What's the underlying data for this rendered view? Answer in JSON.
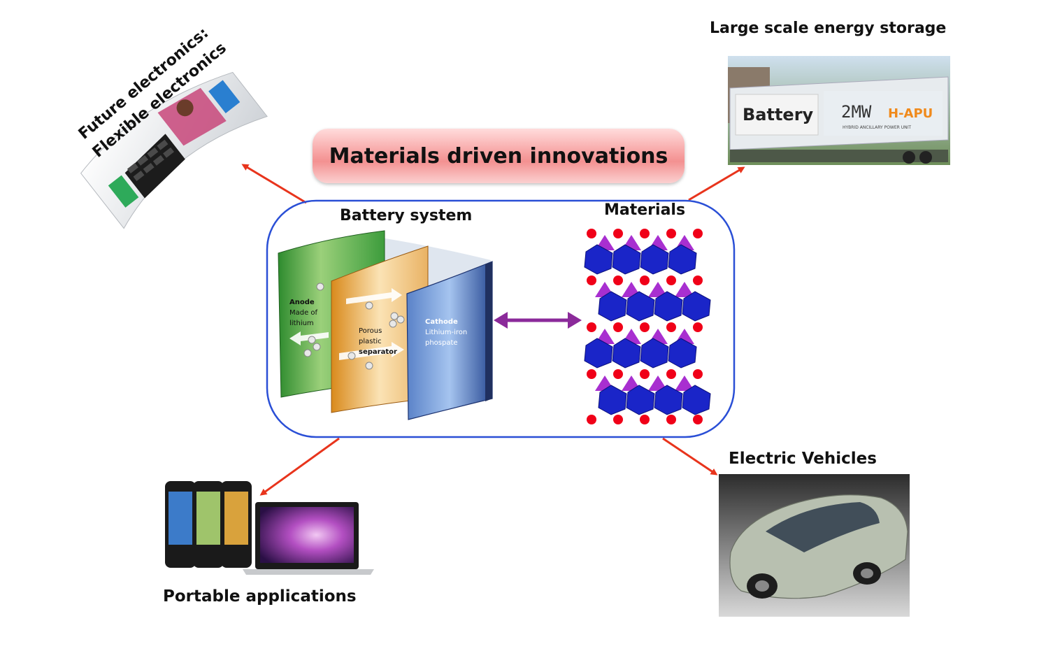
{
  "diagram": {
    "center_title": "Materials driven innovations",
    "battery_system_label": "Battery system",
    "materials_label": "Materials",
    "anode_label": "Anode",
    "anode_sub_1": "Made of",
    "anode_sub_2": "lithium",
    "separator_label_1": "Porous",
    "separator_label_2": "plastic",
    "separator_label_3": "separator",
    "cathode_label": "Cathode",
    "cathode_sub_1": "Lithium-iron",
    "cathode_sub_2": "phospate"
  },
  "applications": {
    "flexible_title_1": "Future electronics:",
    "flexible_title_2": "Flexible electronics",
    "storage_title": "Large scale energy storage",
    "storage_sign_battery": "Battery",
    "storage_sign_mw": "2MW",
    "storage_sign_hapu": "H-APU",
    "storage_sign_sub": "HYBRID ANCILLARY POWER UNIT",
    "ev_title": "Electric Vehicles",
    "portable_title": "Portable applications"
  },
  "colors": {
    "arrow_red": "#e8341c",
    "arrow_purple": "#8b2a9a",
    "box_border": "#2a4fd6",
    "crystal_blue": "#1a25c8",
    "crystal_purple": "#a82fd0",
    "atom_red": "#f00018"
  }
}
